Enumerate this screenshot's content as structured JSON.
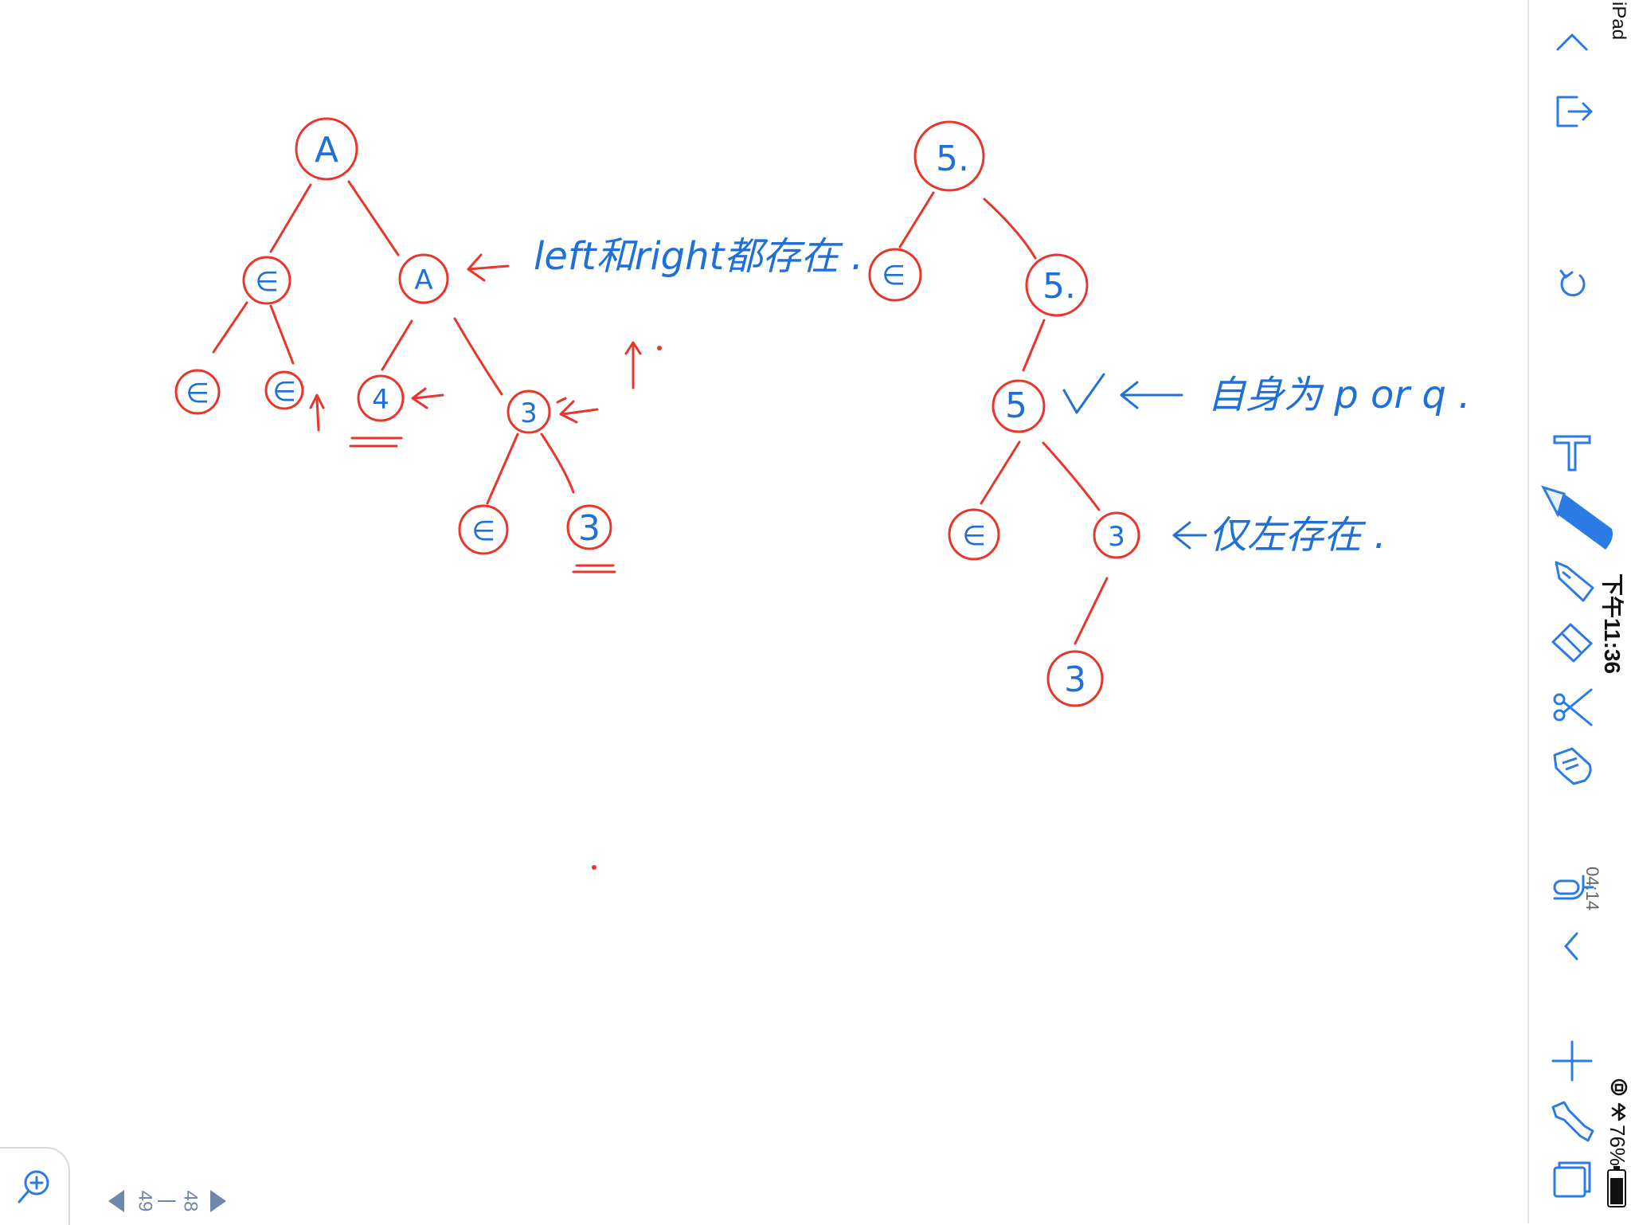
{
  "tree1": {
    "nodes": [
      "A",
      "∈",
      "A",
      "∈",
      "∈",
      "4",
      "3",
      "∈",
      "3"
    ],
    "annotation": "left和right都存在 ."
  },
  "tree2": {
    "nodes": [
      "5.",
      "∈",
      "5.",
      "5",
      "∈",
      "3",
      "3"
    ],
    "annotation_self": "自身为 p or q .",
    "annotation_left": "仅左存在 ."
  },
  "status": {
    "device": "iPad",
    "time": "下午11:36",
    "battery": "76%",
    "recording_time": "04:14"
  },
  "pager": {
    "current": "49",
    "total": "48"
  },
  "colors": {
    "ink_red": "#e8362c",
    "ink_blue": "#1f6fd8",
    "toolbar_blue": "#2c7be5"
  },
  "icons": [
    "chevron-up-icon",
    "export-icon",
    "undo-icon",
    "text-tool-icon",
    "pencil-icon",
    "highlighter-icon",
    "eraser-icon",
    "scissors-icon",
    "pointer-hand-icon",
    "microphone-icon",
    "chevron-left-icon",
    "add-icon",
    "wrench-icon",
    "pages-icon",
    "zoom-icon"
  ]
}
